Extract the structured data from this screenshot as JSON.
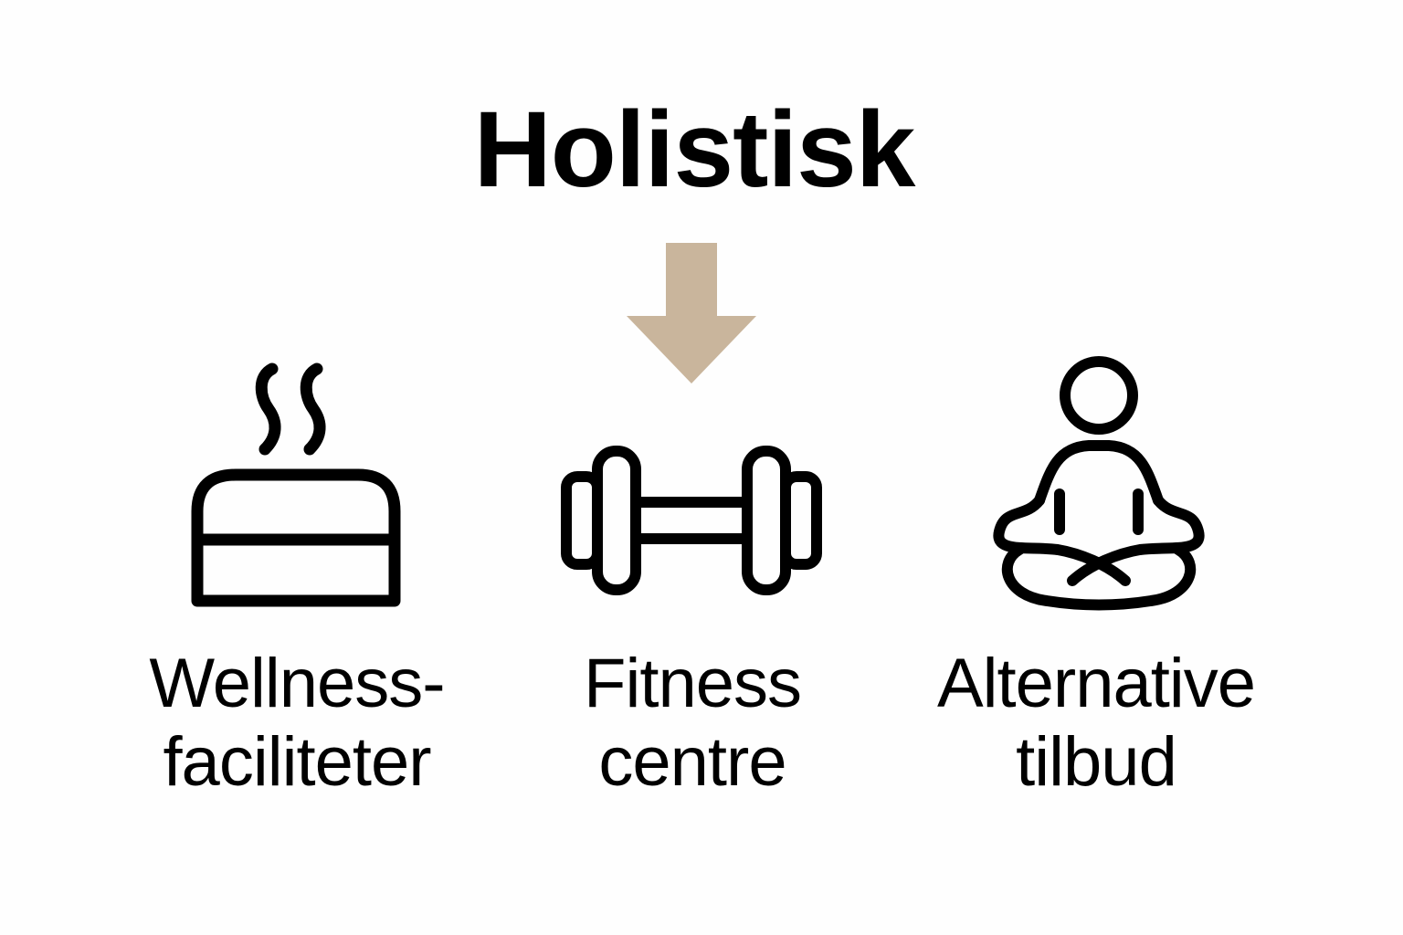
{
  "title": "Holistisk",
  "colors": {
    "arrow": "#c9b59c",
    "stroke": "#000000",
    "background": "#fefefe"
  },
  "items": [
    {
      "icon": "sauna-icon",
      "line1": "Wellness-",
      "line2": "faciliteter"
    },
    {
      "icon": "dumbbell-icon",
      "line1": "Fitness",
      "line2": "centre"
    },
    {
      "icon": "meditation-icon",
      "line1": "Alternative",
      "line2": "tilbud"
    }
  ]
}
